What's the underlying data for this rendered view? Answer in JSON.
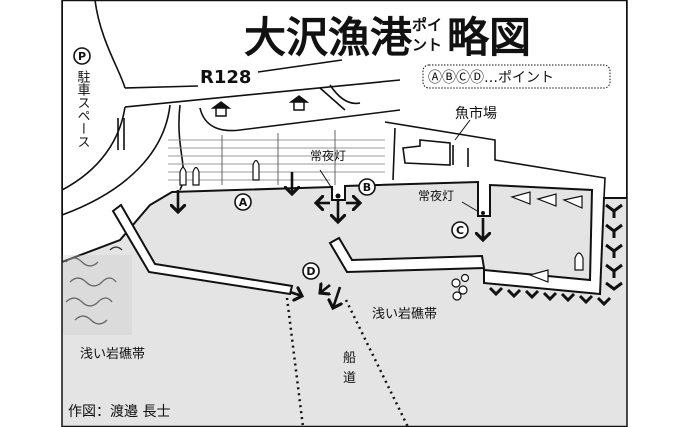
{
  "title": {
    "main": "大沢漁港",
    "small_top": "ポイ",
    "small_bottom": "ント",
    "suffix": "略図"
  },
  "legend": {
    "text": "ⒶⒷⒸⒹ…ポイント"
  },
  "road": {
    "name": "R128"
  },
  "parking": {
    "symbol": "P",
    "label": "駐車スペース"
  },
  "landmarks": {
    "fish_market": "魚市場",
    "night_light_1": "常夜灯",
    "night_light_2": "常夜灯"
  },
  "points": {
    "a": "A",
    "b": "B",
    "c": "C",
    "d": "D"
  },
  "areas": {
    "reef_right": "浅い岩礁帯",
    "reef_left": "浅い岩礁帯",
    "channel_1": "船",
    "channel_2": "道"
  },
  "credit": "作図：渡邉 長士",
  "colors": {
    "sea": "#e4e4e4",
    "land": "#ffffff",
    "ink": "#111111"
  }
}
